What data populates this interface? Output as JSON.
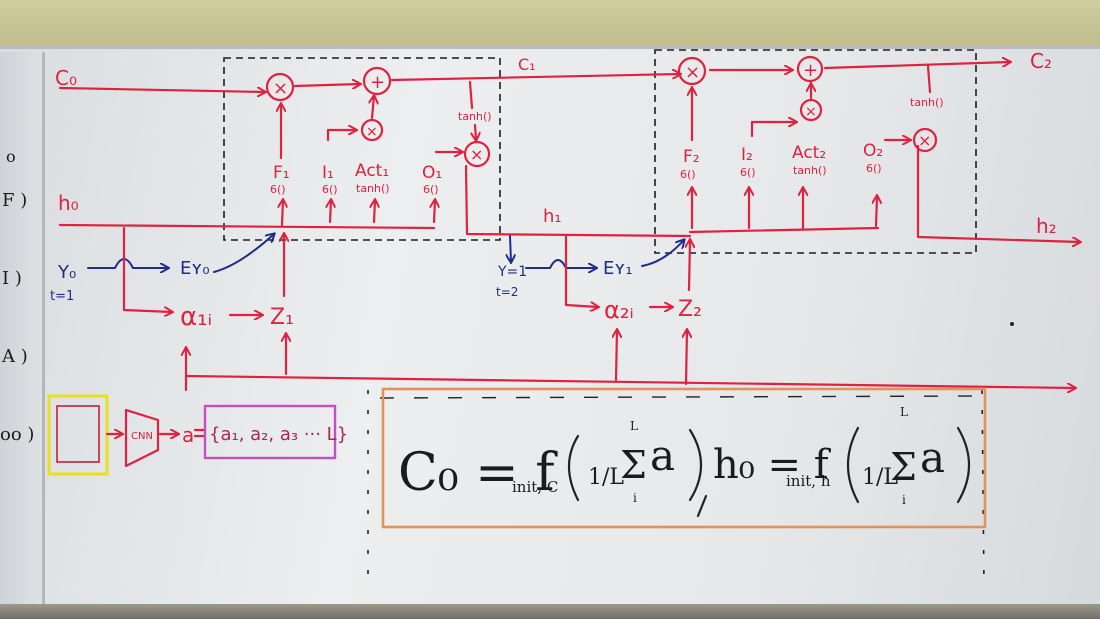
{
  "cell_states": {
    "c0": "C₀",
    "c1": "C₁",
    "c2": "C₂"
  },
  "hidden_states": {
    "h0": "h₀",
    "h1": "h₁",
    "h2": "h₂"
  },
  "ops": {
    "mult": "×",
    "plus": "+"
  },
  "tanh": "tanh()",
  "cell1": {
    "gate_f": "F₁",
    "gate_f_act": "6()",
    "gate_i": "I₁",
    "gate_i_act": "6()",
    "gate_act": "Act₁",
    "gate_act_act": "tanh()",
    "gate_o": "O₁",
    "gate_o_act": "6()"
  },
  "cell2": {
    "gate_f": "F₂",
    "gate_f_act": "6()",
    "gate_i": "I₂",
    "gate_i_act": "6()",
    "gate_act": "Act₂",
    "gate_act_act": "tanh()",
    "gate_o": "O₂",
    "gate_o_act": "6()"
  },
  "step1": {
    "input": "Y₀",
    "time": "t=1",
    "embed": "Eʏ₀",
    "attn": "α₁ᵢ",
    "context": "Z₁"
  },
  "step2": {
    "input": "Y=1",
    "time": "t=2",
    "embed": "Eʏ₁",
    "attn": "α₂ᵢ",
    "context": "Z₂"
  },
  "encoder": {
    "cnn": "CNN",
    "arrow_lhs": "a",
    "features": "{a₁, a₂, a₃ ··· L}"
  },
  "left_edge_marks": [
    "o",
    "F )",
    "I )",
    "A )",
    "oo )"
  ],
  "init_formula": {
    "c0": "C₀ = f",
    "c0_sub": "init, C",
    "frac": "1/L",
    "sum": "Σ",
    "sum_top": "L",
    "sum_bottom": "i",
    "a": "a",
    "h0": "h₀ = f",
    "h0_sub": "init, h"
  },
  "colors": {
    "red_marker": "#e0213f",
    "blue_marker": "#1f2d8a",
    "black_marker": "#1b1b1b",
    "yellow_box": "#e8e021",
    "purple_box": "#c44fc0",
    "orange_box": "#e3935a"
  }
}
